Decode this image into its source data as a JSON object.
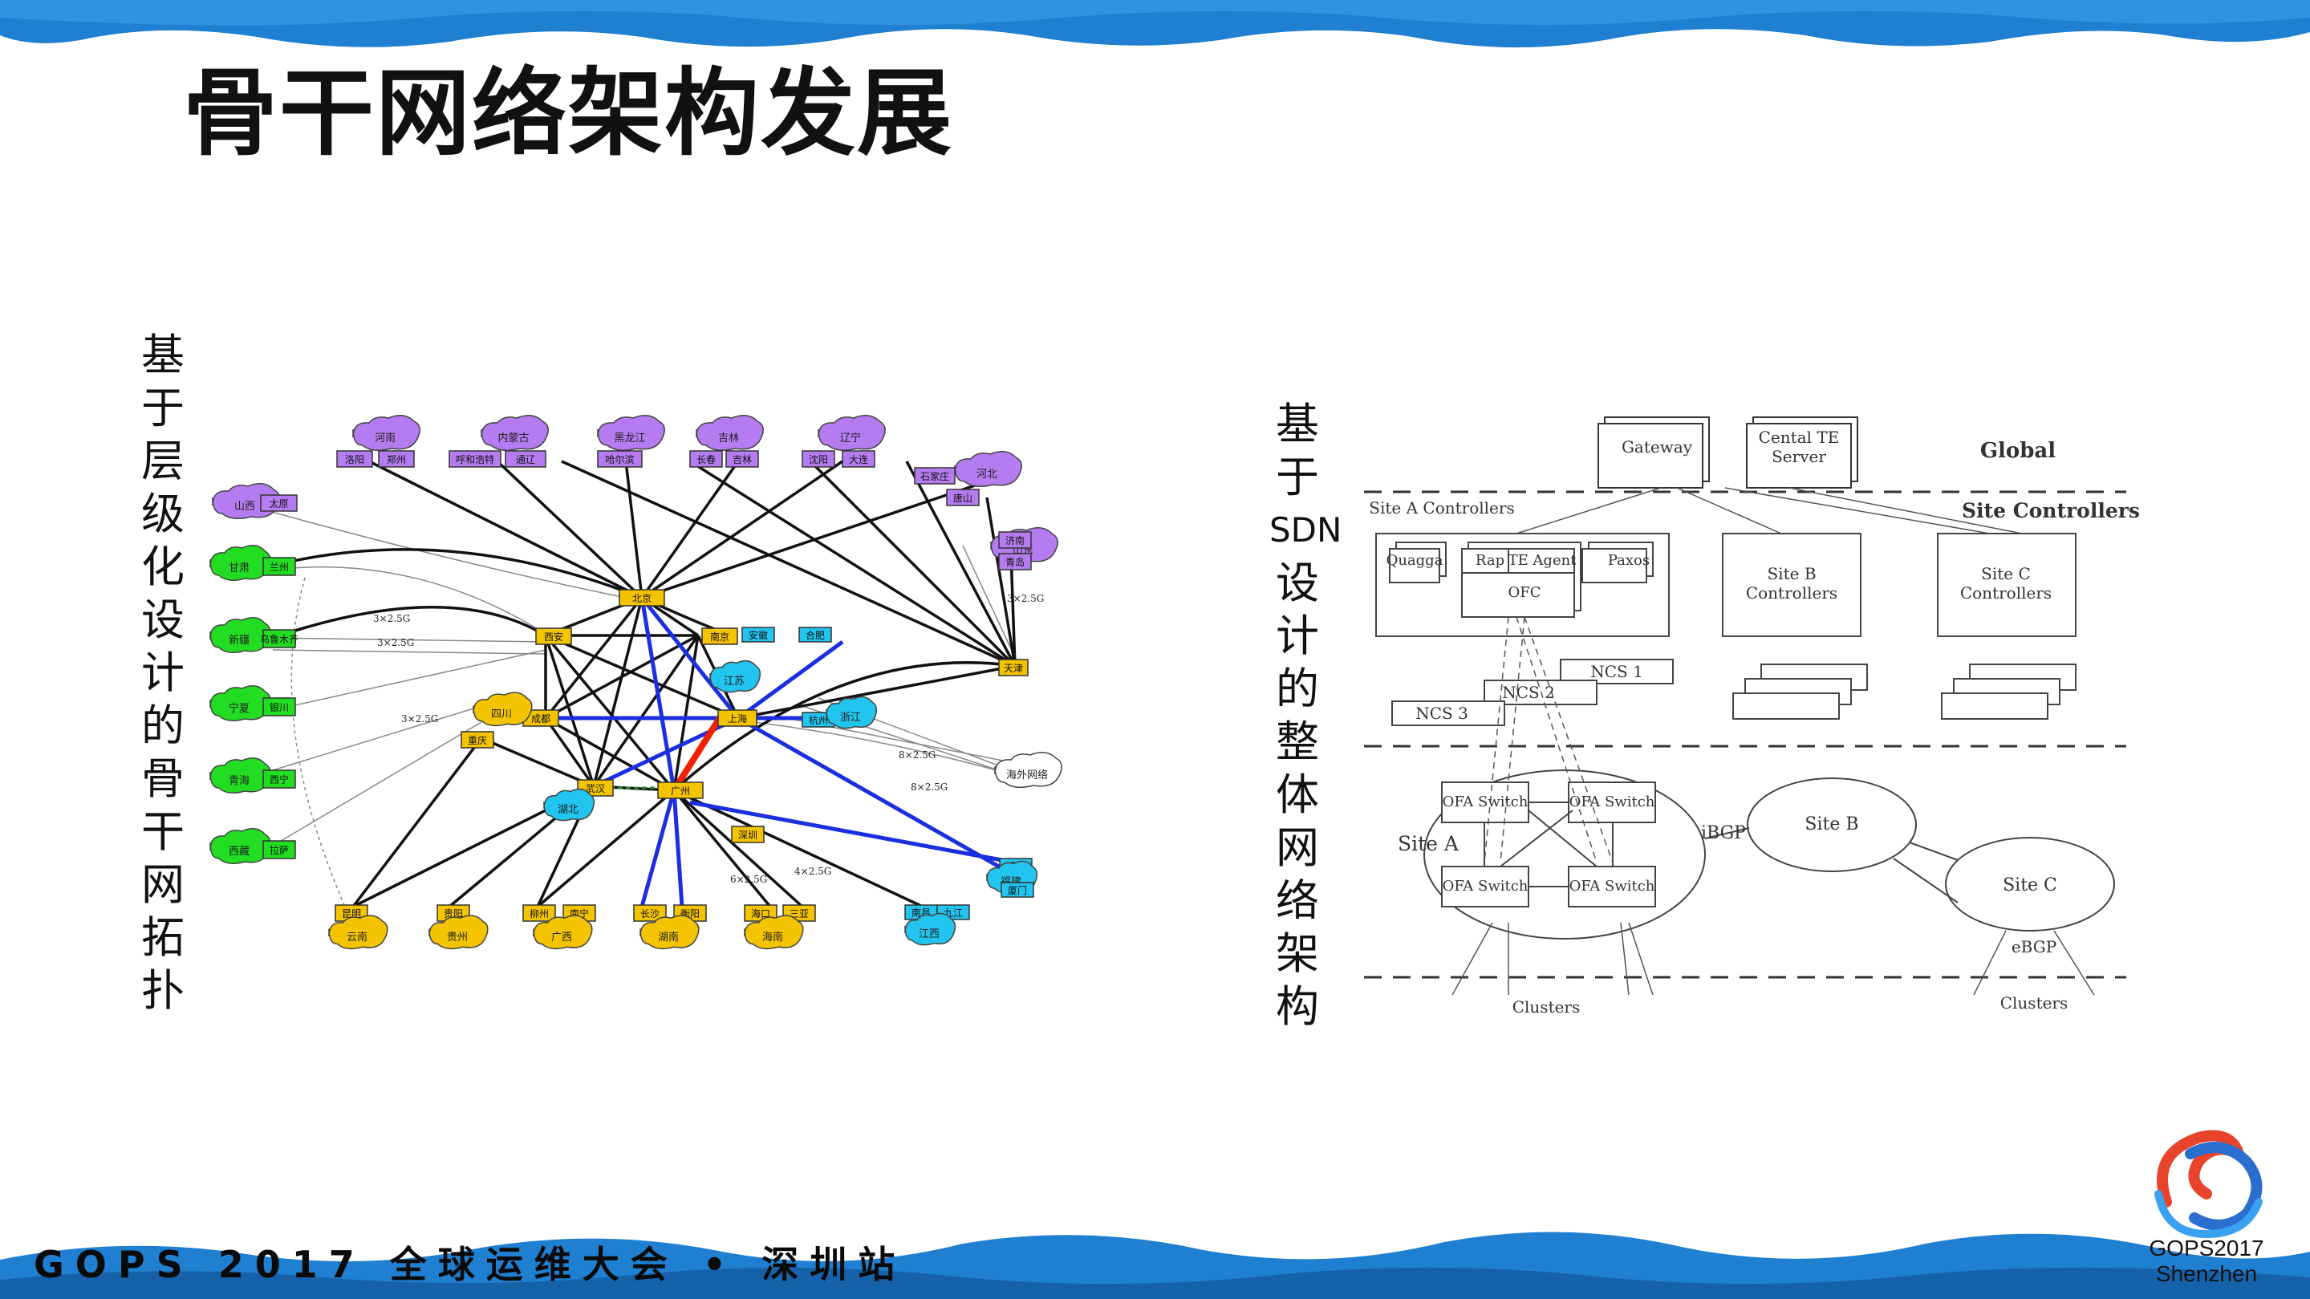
{
  "slide": {
    "title": "骨干网络架构发展",
    "left_caption_chars": [
      "基",
      "于",
      "层",
      "级",
      "化",
      "设",
      "计",
      "的",
      "骨",
      "干",
      "网",
      "拓",
      "扑"
    ],
    "right_caption_chars": [
      "基",
      "于",
      "SDN",
      "设",
      "计",
      "的",
      "整",
      "体",
      "网",
      "络",
      "架",
      "构"
    ],
    "footer": "GOPS 2017 全球运维大会 • 深圳站",
    "logo": {
      "line1": "GOPS2017",
      "line2": "Shenzhen"
    }
  },
  "colors": {
    "band_blue": "#1f7fd0",
    "purple_node": "#b47cf0",
    "green_node": "#22dd22",
    "yellow_node": "#f4c400",
    "cyan_node": "#22c4f0",
    "link_blue": "#1a2fe0",
    "link_red": "#ee2200"
  },
  "hier_diagram": {
    "purple_clouds": [
      "河南",
      "内蒙古",
      "黑龙江",
      "吉林",
      "辽宁",
      "河北",
      "山西",
      "山东"
    ],
    "purple_boxes": [
      "洛阳",
      "郑州",
      "呼和浩特",
      "通辽",
      "哈尔滨",
      "长春",
      "吉林",
      "沈阳",
      "大连",
      "石家庄",
      "唐山",
      "太原",
      "济南",
      "青岛"
    ],
    "green_clouds": [
      "甘肃",
      "新疆",
      "宁夏",
      "青海",
      "西藏"
    ],
    "green_boxes": [
      "兰州",
      "乌鲁木齐",
      "银川",
      "西宁",
      "拉萨"
    ],
    "yellow_core": [
      "北京",
      "西安",
      "南京",
      "成都",
      "上海",
      "天津",
      "重庆",
      "武汉",
      "广州",
      "深圳"
    ],
    "yellow_bottom": [
      "昆明",
      "贵阳",
      "柳州",
      "南宁",
      "长沙",
      "衡阳",
      "海口",
      "三亚"
    ],
    "yellow_clouds": [
      "云南",
      "贵州",
      "广西",
      "湖南",
      "海南",
      "四川"
    ],
    "cyan_items": [
      "安徽",
      "合肥",
      "江苏",
      "杭州",
      "浙江",
      "福州",
      "福建",
      "厦门",
      "南昌",
      "九江",
      "江西",
      "湖北"
    ],
    "overseas": "海外网络",
    "link_labels": [
      "3×2.5G",
      "3×2.5G",
      "3×2.5G",
      "8×2.5G",
      "8×2.5G",
      "6×2.5G",
      "4×2.5G",
      "3×2.5G"
    ]
  },
  "sdn_diagram": {
    "gateway": "Gateway",
    "te_server": [
      "Cental TE",
      "Server"
    ],
    "global": "Global",
    "site_a_controllers": "Site A Controllers",
    "site_controllers": "Site Controllers",
    "quagga": "Quagga",
    "rap": "Rap",
    "te_agent": "TE Agent",
    "paxos": "Paxos",
    "ofc": "OFC",
    "site_b_ctrl": [
      "Site B",
      "Controllers"
    ],
    "site_c_ctrl": [
      "Site C",
      "Controllers"
    ],
    "ncs1": "NCS 1",
    "ncs2": "NCS 2",
    "ncs3": "NCS 3",
    "ofa_switch": "OFA Switch",
    "site_a": "Site A",
    "ibgp": "iBGP",
    "site_b": "Site B",
    "site_c": "Site C",
    "ebgp": "eBGP",
    "clusters": "Clusters"
  }
}
